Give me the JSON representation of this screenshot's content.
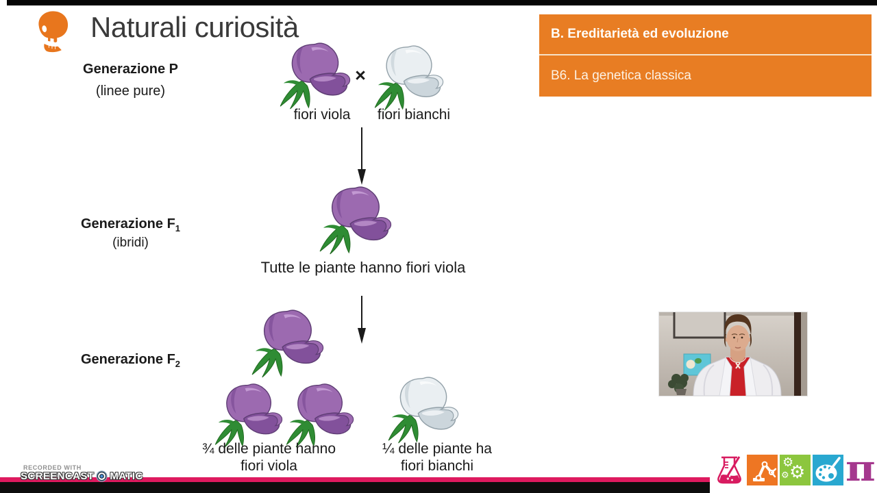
{
  "slide": {
    "title": "Naturali curiosità",
    "logo_icon": "skull-icon"
  },
  "topic_panel": {
    "unit_label": "B. Ereditarietà ed evoluzione",
    "lesson_label": "B6. La genetica classica"
  },
  "generation_p": {
    "label": "Generazione P",
    "sublabel": "(linee pure)",
    "cross": "×",
    "left_flower_label": "fiori viola",
    "right_flower_label": "fiori bianchi"
  },
  "generation_f1": {
    "label_main": "Generazione F",
    "label_sub": "1",
    "sublabel": "(ibridi)",
    "caption": "Tutte le piante hanno fiori viola"
  },
  "generation_f2": {
    "label_main": "Generazione F",
    "label_sub": "2",
    "purple_caption_line1": "¾ delle piante hanno",
    "purple_caption_line2": "fiori viola",
    "white_caption_line1": "¼ delle piante ha",
    "white_caption_line2": "fiori bianchi"
  },
  "watermark": {
    "recorded_with": "RECORDED WITH",
    "brand_part1": "SCREENCAST",
    "brand_part2": "MATIC",
    "icon": "target-icon"
  },
  "footer_logo": {
    "icons": [
      "flask-pencil-icon",
      "robot-arm-icon",
      "gears-icon",
      "paint-palette-icon",
      "pi-icon"
    ],
    "gear_glyph": "⚙",
    "pi_glyph": "π"
  },
  "colors": {
    "accent_orange": "#e87d23",
    "stripe_pink": "#de1a5f",
    "flower_purple": "#9c6ab0",
    "flower_white": "#eaeff2",
    "stem_green": "#2f8c34",
    "logo_pink": "#d81b60",
    "logo_orange": "#ee7623",
    "logo_green": "#8cc63e",
    "logo_teal": "#29a8d0",
    "logo_purple": "#a5388e",
    "title_gray": "#3a3a3a"
  }
}
